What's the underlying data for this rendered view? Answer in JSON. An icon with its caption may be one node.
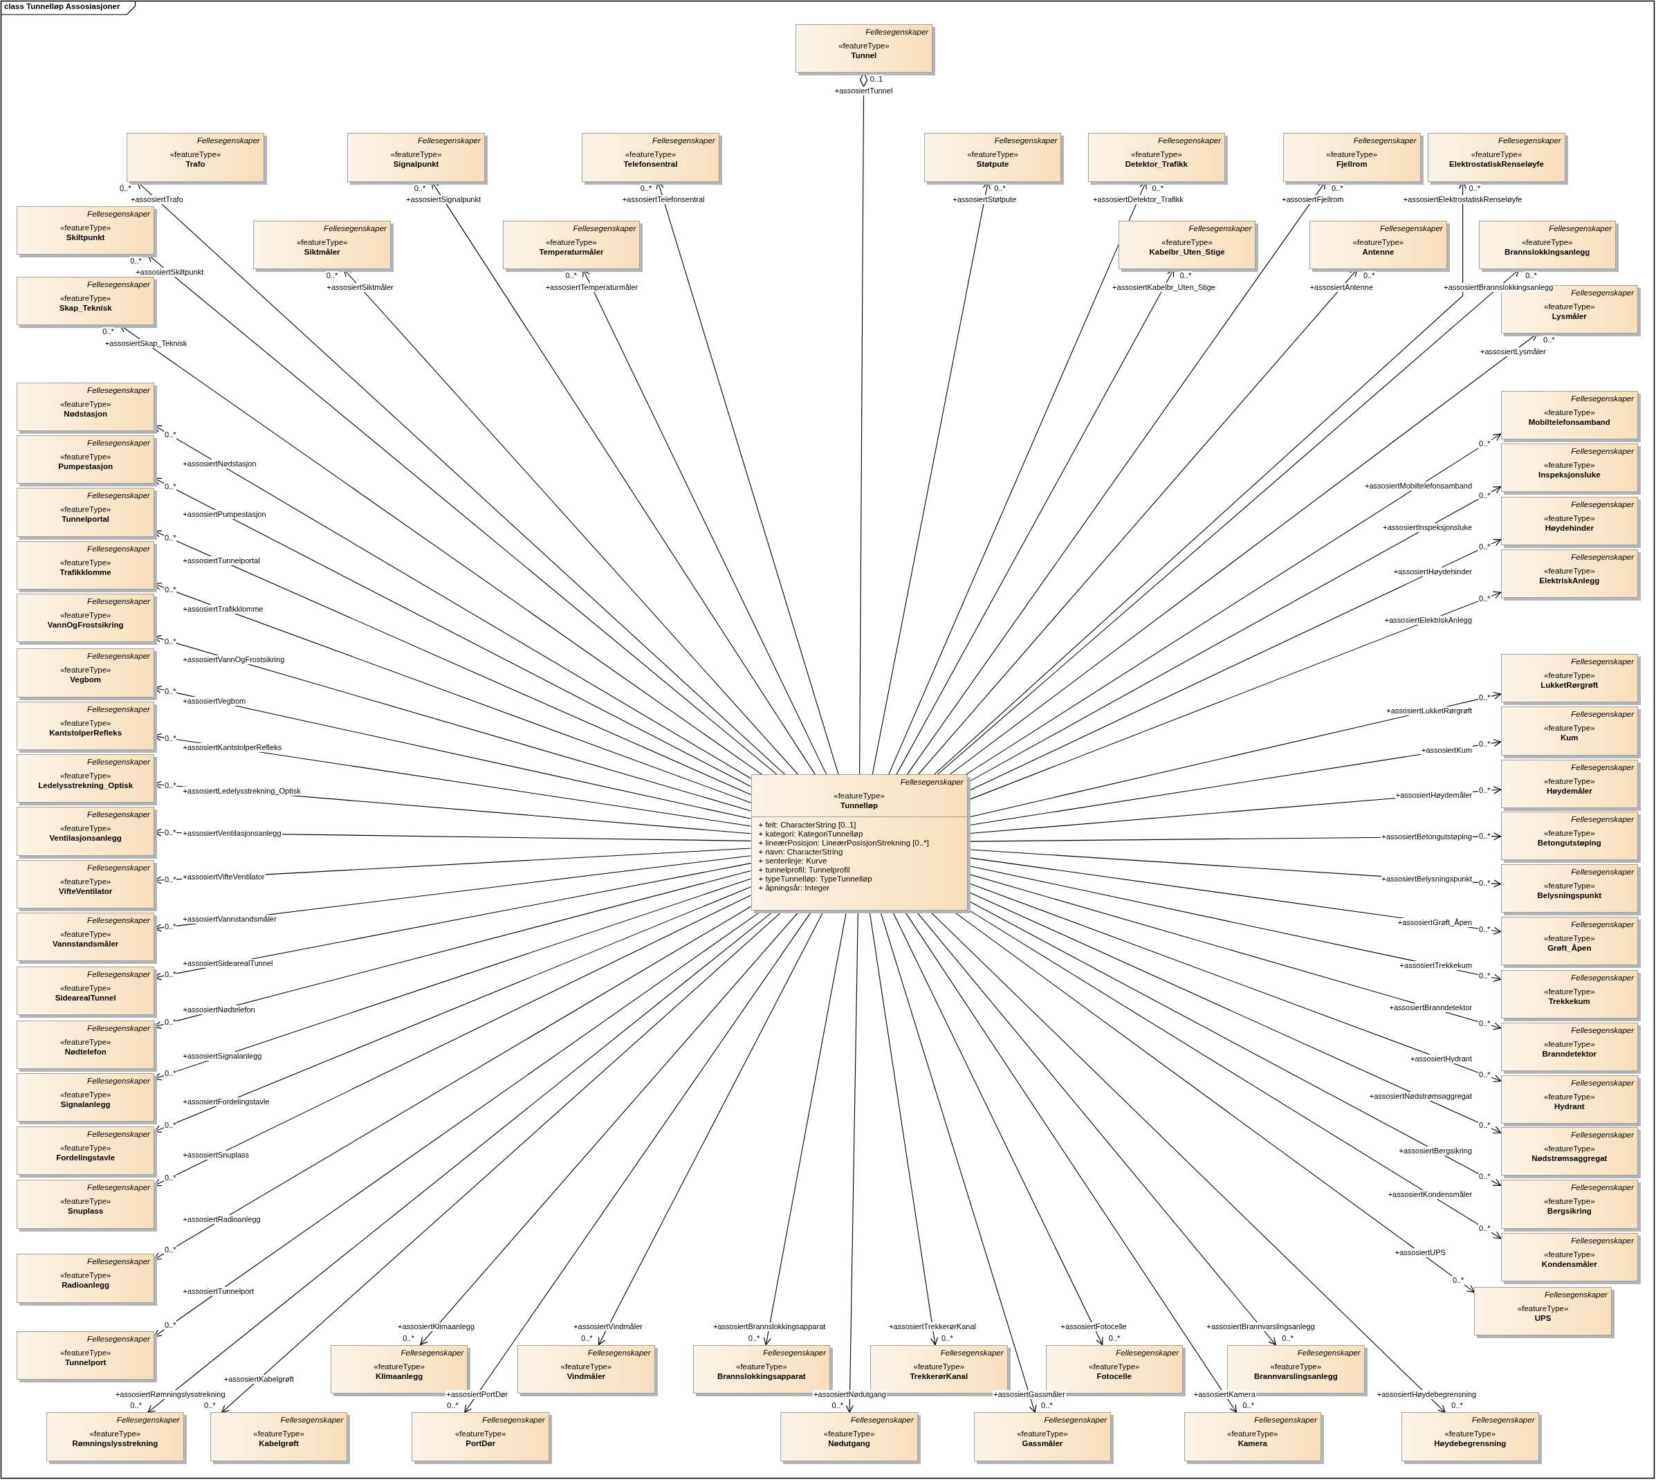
{
  "diagram": {
    "title": "class Tunnelløp Assosiasjoner",
    "nodes": [
      {
        "text": [
          "Fellesegenskaper",
          "«featureType»",
          "Tunnel"
        ]
      },
      {
        "text": [
          "Fellesegenskaper",
          "«featureType»",
          "Trafo"
        ]
      },
      {
        "text": [
          "Fellesegenskaper",
          "«featureType»",
          "Signalpunkt"
        ]
      },
      {
        "text": [
          "Fellesegenskaper",
          "«featureType»",
          "Telefonsentral"
        ]
      },
      {
        "text": [
          "Fellesegenskaper",
          "«featureType»",
          "Støtpute"
        ]
      },
      {
        "text": [
          "Fellesegenskaper",
          "«featureType»",
          "Detektor_Trafikk"
        ]
      },
      {
        "text": [
          "Fellesegenskaper",
          "«featureType»",
          "Fjellrom"
        ]
      },
      {
        "text": [
          "Fellesegenskaper",
          "«featureType»",
          "ElektrostatiskRenseløyfe"
        ]
      },
      {
        "text": [
          "Fellesegenskaper",
          "«featureType»",
          "Skiltpunkt"
        ]
      },
      {
        "text": [
          "Fellesegenskaper",
          "«featureType»",
          "Siktmåler"
        ]
      },
      {
        "text": [
          "Fellesegenskaper",
          "«featureType»",
          "Temperaturmåler"
        ]
      },
      {
        "text": [
          "Fellesegenskaper",
          "«featureType»",
          "Kabelbr_Uten_Stige"
        ]
      },
      {
        "text": [
          "Fellesegenskaper",
          "«featureType»",
          "Antenne"
        ]
      },
      {
        "text": [
          "Fellesegenskaper",
          "«featureType»",
          "Brannslokkingsanlegg"
        ]
      },
      {
        "text": [
          "Fellesegenskaper",
          "«featureType»",
          "Skap_Teknisk"
        ]
      },
      {
        "text": [
          "Fellesegenskaper",
          "«featureType»",
          "Nødstasjon"
        ]
      },
      {
        "text": [
          "Fellesegenskaper",
          "«featureType»",
          "Pumpestasjon"
        ]
      },
      {
        "text": [
          "Fellesegenskaper",
          "«featureType»",
          "Tunnelportal"
        ]
      },
      {
        "text": [
          "Fellesegenskaper",
          "«featureType»",
          "Trafikklomme"
        ]
      },
      {
        "text": [
          "Fellesegenskaper",
          "«featureType»",
          "VannOgFrostsikring"
        ]
      },
      {
        "text": [
          "Fellesegenskaper",
          "«featureType»",
          "Vegbom"
        ]
      },
      {
        "text": [
          "Fellesegenskaper",
          "«featureType»",
          "KantstolperRefleks"
        ]
      },
      {
        "text": [
          "Fellesegenskaper",
          "«featureType»",
          "Ledelysstrekning_Optisk"
        ]
      },
      {
        "text": [
          "Fellesegenskaper",
          "«featureType»",
          "Ventilasjonsanlegg"
        ]
      },
      {
        "text": [
          "Fellesegenskaper",
          "«featureType»",
          "VifteVentilator"
        ]
      },
      {
        "text": [
          "Fellesegenskaper",
          "«featureType»",
          "Vannstandsmåler"
        ]
      },
      {
        "text": [
          "Fellesegenskaper",
          "«featureType»",
          "SidearealTunnel"
        ]
      },
      {
        "text": [
          "Fellesegenskaper",
          "«featureType»",
          "Nødtelefon"
        ]
      },
      {
        "text": [
          "Fellesegenskaper",
          "«featureType»",
          "Signalanlegg"
        ]
      },
      {
        "text": [
          "Fellesegenskaper",
          "«featureType»",
          "Fordelingstavle"
        ]
      },
      {
        "text": [
          "Fellesegenskaper",
          "«featureType»",
          "Snuplass"
        ]
      },
      {
        "text": [
          "Fellesegenskaper",
          "«featureType»",
          "Radioanlegg"
        ]
      },
      {
        "text": [
          "Fellesegenskaper",
          "«featureType»",
          "Tunnelport"
        ]
      },
      {
        "text": [
          "Fellesegenskaper",
          "«featureType»",
          "Tunnelløp",
          "+ felt: CharacterString [0..1]",
          "+ kategori: KategoriTunnelløp",
          "+ lineærPosisjon: LineærPosisjonStrekning [0..*]",
          "+ navn: CharacterString",
          "+ senterlinje: Kurve",
          "+ tunnelprofil: Tunnelprofil",
          "+ typeTunnelløp: TypeTunnelløp",
          "+ åpningsår: Integer"
        ]
      },
      {
        "text": [
          "Fellesegenskaper",
          "«featureType»",
          "Lysmåler"
        ]
      },
      {
        "text": [
          "Fellesegenskaper",
          "«featureType»",
          "Mobiltelefonsamband"
        ]
      },
      {
        "text": [
          "Fellesegenskaper",
          "«featureType»",
          "Inspeksjonsluke"
        ]
      },
      {
        "text": [
          "Fellesegenskaper",
          "«featureType»",
          "Høydehinder"
        ]
      },
      {
        "text": [
          "Fellesegenskaper",
          "«featureType»",
          "ElektriskAnlegg"
        ]
      },
      {
        "text": [
          "Fellesegenskaper",
          "«featureType»",
          "LukketRørgrøft"
        ]
      },
      {
        "text": [
          "Fellesegenskaper",
          "«featureType»",
          "Kum"
        ]
      },
      {
        "text": [
          "Fellesegenskaper",
          "«featureType»",
          "Høydemåler"
        ]
      },
      {
        "text": [
          "Fellesegenskaper",
          "«featureType»",
          "Betongutstøping"
        ]
      },
      {
        "text": [
          "Fellesegenskaper",
          "«featureType»",
          "Belysningspunkt"
        ]
      },
      {
        "text": [
          "Fellesegenskaper",
          "«featureType»",
          "Grøft_Åpen"
        ]
      },
      {
        "text": [
          "Fellesegenskaper",
          "«featureType»",
          "Trekkekum"
        ]
      },
      {
        "text": [
          "Fellesegenskaper",
          "«featureType»",
          "Branndetektor"
        ]
      },
      {
        "text": [
          "Fellesegenskaper",
          "«featureType»",
          "Hydrant"
        ]
      },
      {
        "text": [
          "Fellesegenskaper",
          "«featureType»",
          "Nødstrømsaggregat"
        ]
      },
      {
        "text": [
          "Fellesegenskaper",
          "«featureType»",
          "Bergsikring"
        ]
      },
      {
        "text": [
          "Fellesegenskaper",
          "«featureType»",
          "Kondensmåler"
        ]
      },
      {
        "text": [
          "Fellesegenskaper",
          "«featureType»",
          "UPS"
        ]
      },
      {
        "text": [
          "Fellesegenskaper",
          "«featureType»",
          "Klimaanlegg"
        ]
      },
      {
        "text": [
          "Fellesegenskaper",
          "«featureType»",
          "Vindmåler"
        ]
      },
      {
        "text": [
          "Fellesegenskaper",
          "«featureType»",
          "Brannslokkingsapparat"
        ]
      },
      {
        "text": [
          "Fellesegenskaper",
          "«featureType»",
          "TrekkerørKanal"
        ]
      },
      {
        "text": [
          "Fellesegenskaper",
          "«featureType»",
          "Fotocelle"
        ]
      },
      {
        "text": [
          "Fellesegenskaper",
          "«featureType»",
          "Brannvarslingsanlegg"
        ]
      },
      {
        "text": [
          "Fellesegenskaper",
          "«featureType»",
          "Rømningslysstrekning"
        ]
      },
      {
        "text": [
          "Fellesegenskaper",
          "«featureType»",
          "Kabelgrøft"
        ]
      },
      {
        "text": [
          "Fellesegenskaper",
          "«featureType»",
          "PortDør"
        ]
      },
      {
        "text": [
          "Fellesegenskaper",
          "«featureType»",
          "Nødutgang"
        ]
      },
      {
        "text": [
          "Fellesegenskaper",
          "«featureType»",
          "Gassmåler"
        ]
      },
      {
        "text": [
          "Fellesegenskaper",
          "«featureType»",
          "Kamera"
        ]
      },
      {
        "text": [
          "Fellesegenskaper",
          "«featureType»",
          "Høydebegrensning"
        ]
      }
    ],
    "edges": [
      {
        "from": 33,
        "to": 0,
        "arrow": "other",
        "label": "+assosiertTunnel"
      },
      {
        "from": 33,
        "to": 1,
        "arrow": "to",
        "label": "+assosiertTrafo"
      },
      {
        "from": 33,
        "to": 2,
        "arrow": "to",
        "label": "+assosiertSignalpunkt"
      },
      {
        "from": 33,
        "to": 3,
        "arrow": "to",
        "label": "+assosiertTelefonsentral"
      },
      {
        "from": 33,
        "to": 4,
        "arrow": "to",
        "label": "+assosiertStøtpute"
      },
      {
        "from": 33,
        "to": 5,
        "arrow": "to",
        "label": "+assosiertDetektor_Trafikk"
      },
      {
        "from": 33,
        "to": 6,
        "arrow": "to",
        "label": "+assosiertFjellrom"
      },
      {
        "from": 33,
        "to": 7,
        "arrow": "to",
        "label": "+assosiertElektrostatiskRenseløyfe"
      },
      {
        "from": 33,
        "to": 8,
        "arrow": "to",
        "label": "+assosiertSkiltpunkt"
      },
      {
        "from": 33,
        "to": 9,
        "arrow": "to",
        "label": "+assosiertSiktmåler"
      },
      {
        "from": 33,
        "to": 10,
        "arrow": "to",
        "label": "+assosiertTemperaturmåler"
      },
      {
        "from": 33,
        "to": 11,
        "arrow": "to",
        "label": "+assosiertKabelbr_Uten_Stige"
      },
      {
        "from": 33,
        "to": 12,
        "arrow": "to",
        "label": "+assosiertAntenne"
      },
      {
        "from": 33,
        "to": 13,
        "arrow": "to",
        "label": "+assosiertBrannslokkingsanlegg"
      },
      {
        "from": 33,
        "to": 14,
        "arrow": "to",
        "label": "+assosiertSkap_Teknisk"
      },
      {
        "from": 33,
        "to": 15,
        "arrow": "to",
        "label": "+assosiertNødstasjon"
      },
      {
        "from": 33,
        "to": 16,
        "arrow": "to",
        "label": "+assosiertPumpestasjon"
      },
      {
        "from": 33,
        "to": 17,
        "arrow": "to",
        "label": "+assosiertTunnelportal"
      },
      {
        "from": 33,
        "to": 18,
        "arrow": "to",
        "label": "+assosiertTrafikklomme"
      },
      {
        "from": 33,
        "to": 19,
        "arrow": "to",
        "label": "+assosiertVannOgFrostsikring"
      },
      {
        "from": 33,
        "to": 20,
        "arrow": "to",
        "label": "+assosiertVegbom"
      },
      {
        "from": 33,
        "to": 21,
        "arrow": "to",
        "label": "+assosiertKantstolperRefleks"
      },
      {
        "from": 33,
        "to": 22,
        "arrow": "to",
        "label": "+assosiertLedelysstrekning_Optisk"
      },
      {
        "from": 33,
        "to": 23,
        "arrow": "to",
        "label": "+assosiertVentilasjonsanlegg"
      },
      {
        "from": 33,
        "to": 24,
        "arrow": "to",
        "label": "+assosiertVifteVentilator"
      },
      {
        "from": 33,
        "to": 25,
        "arrow": "to",
        "label": "+assosiertVannstandsmåler"
      },
      {
        "from": 33,
        "to": 26,
        "arrow": "to",
        "label": "+assosiertSidearealTunnel"
      },
      {
        "from": 33,
        "to": 27,
        "arrow": "to",
        "label": "+assosiertNødtelefon"
      },
      {
        "from": 33,
        "to": 28,
        "arrow": "to",
        "label": "+assosiertSignalanlegg"
      },
      {
        "from": 33,
        "to": 29,
        "arrow": "to",
        "label": "+assosiertFordelingstavle"
      },
      {
        "from": 33,
        "to": 30,
        "arrow": "to",
        "label": "+assosiertSnuplass"
      },
      {
        "from": 33,
        "to": 31,
        "arrow": "to",
        "label": "+assosiertRadioanlegg"
      },
      {
        "from": 33,
        "to": 32,
        "arrow": "to",
        "label": "+assosiertTunnelport"
      },
      {
        "from": 33,
        "to": 34,
        "arrow": "to",
        "label": "+assosiertLysmåler"
      },
      {
        "from": 33,
        "to": 35,
        "arrow": "to",
        "label": "+assosiertMobiltelefonsamband"
      },
      {
        "from": 33,
        "to": 36,
        "arrow": "to",
        "label": "+assosiertInspeksjonsluke"
      },
      {
        "from": 33,
        "to": 37,
        "arrow": "to",
        "label": "+assosiertHøydehinder"
      },
      {
        "from": 33,
        "to": 38,
        "arrow": "to",
        "label": "+assosiertElektriskAnlegg"
      },
      {
        "from": 33,
        "to": 39,
        "arrow": "to",
        "label": "+assosiertLukketRørgrøft"
      },
      {
        "from": 33,
        "to": 40,
        "arrow": "to",
        "label": "+assosiertKum"
      },
      {
        "from": 33,
        "to": 41,
        "arrow": "to",
        "label": "+assosiertHøydemåler"
      },
      {
        "from": 33,
        "to": 42,
        "arrow": "to",
        "label": "+assosiertBetongutstøping"
      },
      {
        "from": 33,
        "to": 43,
        "arrow": "to",
        "label": "+assosiertBelysningspunkt"
      },
      {
        "from": 33,
        "to": 44,
        "arrow": "to",
        "label": "+assosiertGrøft_Åpen"
      },
      {
        "from": 33,
        "to": 45,
        "arrow": "to",
        "label": "+assosiertTrekkekum"
      },
      {
        "from": 33,
        "to": 46,
        "arrow": "to",
        "label": "+assosiertBranndetektor"
      },
      {
        "from": 33,
        "to": 47,
        "arrow": "to",
        "label": "+assosiertHydrant"
      },
      {
        "from": 33,
        "to": 48,
        "arrow": "to",
        "label": "+assosiertNødstrømsaggregat"
      },
      {
        "from": 33,
        "to": 49,
        "arrow": "to",
        "label": "+assosiertBergsikring"
      },
      {
        "from": 33,
        "to": 50,
        "arrow": "to",
        "label": "+assosiertKondensmåler"
      },
      {
        "from": 33,
        "to": 51,
        "arrow": "to",
        "label": "+assosiertUPS"
      },
      {
        "from": 33,
        "to": 52,
        "arrow": "to",
        "label": "+assosiertKlimaanlegg"
      },
      {
        "from": 33,
        "to": 53,
        "arrow": "to",
        "label": "+assosiertVindmåler"
      },
      {
        "from": 33,
        "to": 54,
        "arrow": "to",
        "label": "+assosiertBrannslokkingsapparat"
      },
      {
        "from": 33,
        "to": 55,
        "arrow": "to",
        "label": "+assosiertTrekkerørKanal"
      },
      {
        "from": 33,
        "to": 56,
        "arrow": "to",
        "label": "+assosiertFotocelle"
      },
      {
        "from": 33,
        "to": 57,
        "arrow": "to",
        "label": "+assosiertBrannvarslingsanlegg"
      },
      {
        "from": 33,
        "to": 58,
        "arrow": "to",
        "label": "+assosiertRømningslysstrekning"
      },
      {
        "from": 33,
        "to": 59,
        "arrow": "to",
        "label": "+assosiertKabelgrøft"
      },
      {
        "from": 33,
        "to": 60,
        "arrow": "to",
        "label": "+assosiertPortDør"
      },
      {
        "from": 33,
        "to": 61,
        "arrow": "to",
        "label": "+assosiertNødutgang"
      },
      {
        "from": 33,
        "to": 62,
        "arrow": "to",
        "label": "+assosiertGassmåler"
      },
      {
        "from": 33,
        "to": 63,
        "arrow": "to",
        "label": "+assosiertKamera"
      },
      {
        "from": 33,
        "to": 64,
        "arrow": "to",
        "label": "+assosiertHøydebegrensning"
      }
    ],
    "labels": [
      "0..1",
      "0..*",
      "0..*",
      "0..*",
      "0..*",
      "0..*",
      "0..*",
      "0..*",
      "0..*",
      "0..*",
      "0..*",
      "0..*",
      "0..*",
      "0..*",
      "0..*",
      "0..*",
      "0..*",
      "0..*",
      "0..*",
      "0..*",
      "0..*",
      "0..*",
      "0..*",
      "0..*",
      "0..*",
      "0..*",
      "0..*",
      "0..*",
      "0..*",
      "0..*",
      "0..*",
      "0..*",
      "0..*",
      "0..*",
      "0..*",
      "0..*",
      "0..*",
      "0..*",
      "0..*",
      "0..*",
      "0..*",
      "0..*",
      "0..*",
      "0..*",
      "0..*",
      "0..*",
      "0..*",
      "0..*",
      "0..*",
      "0..*",
      "0..*",
      "0..*",
      "0..*",
      "0..*",
      "0..*",
      "0..*",
      "0..*",
      "0..*",
      "0..*",
      "0..*",
      "0..*",
      "0..*",
      "0..*",
      "0..*"
    ]
  }
}
